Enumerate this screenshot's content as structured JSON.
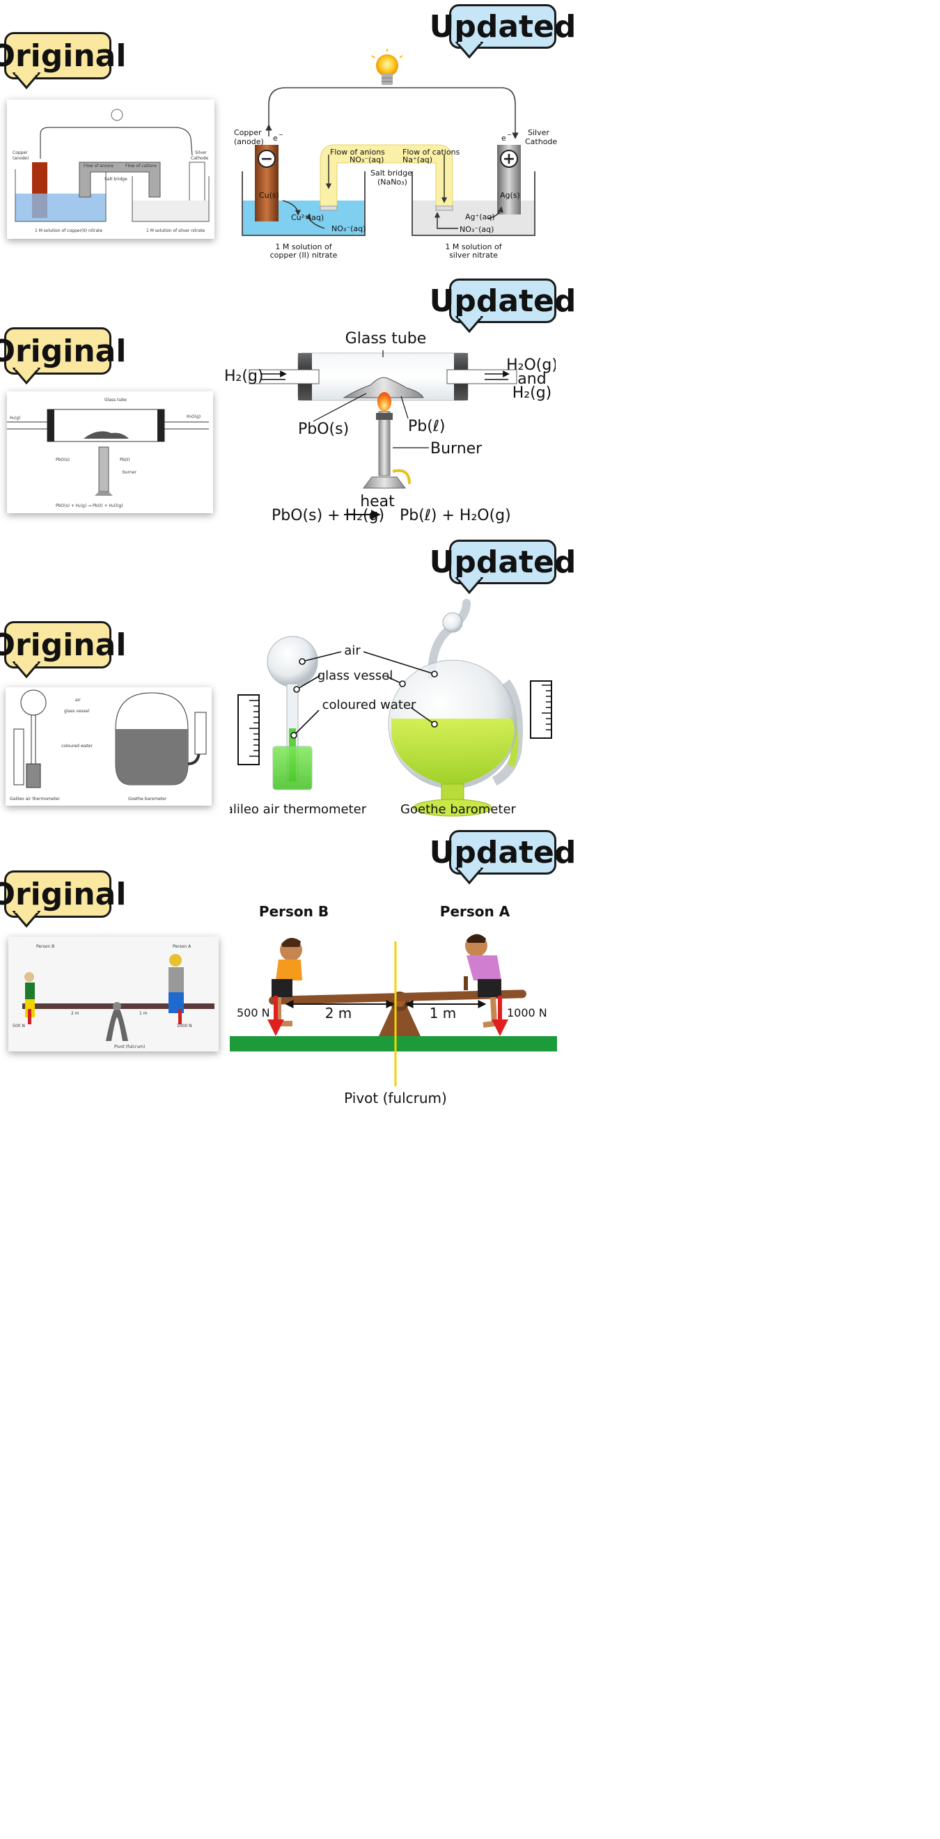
{
  "badges": {
    "original": "Original",
    "updated": "Updated"
  },
  "cell": {
    "copper_anode": "Copper",
    "copper_anode_2": "(anode)",
    "silver_cathode": "Silver",
    "silver_cathode_2": "Cathode",
    "electron": "e",
    "electron_sup": "−",
    "flow_anions": "Flow of anions",
    "no3_left": "NO₃⁻(aq)",
    "flow_cations": "Flow of cations",
    "na_plus": "Na⁺(aq)",
    "salt_bridge": "Salt bridge",
    "salt_bridge_2": "(NaNo₃)",
    "cu_s": "Cu(s)",
    "ag_s": "Ag(s)",
    "cu2_aq": "Cu²⁺(aq)",
    "no3_aq": "NO₃⁻(aq)",
    "ag_aq": "Ag⁺(aq)",
    "no3_right": "NO₃⁻(aq)",
    "sol_left": "1 M solution of",
    "sol_left_2": "copper (II) nitrate",
    "sol_right": "1 M solution of",
    "sol_right_2": "silver nitrate",
    "minus": "−",
    "plus": "+"
  },
  "tube": {
    "glass_tube": "Glass tube",
    "h2_in": "H₂(g)",
    "h2o_out": "H₂O(g)",
    "and": "and",
    "h2_out": "H₂(g)",
    "pbo": "PbO(s)",
    "pb": "Pb(ℓ)",
    "burner": "Burner",
    "heat": "heat",
    "eq_left": "PbO(s) + H₂(g)",
    "eq_right": "Pb(ℓ) + H₂O(g)"
  },
  "baro": {
    "air": "air",
    "glass_vessel": "glass vessel",
    "coloured_water": "coloured water",
    "galileo": "Galileo air thermometer",
    "goethe": "Goethe barometer"
  },
  "seesaw": {
    "person_b": "Person B",
    "person_a": "Person A",
    "force_b": "500 N",
    "force_a": "1000 N",
    "dist_b": "2 m",
    "dist_a": "1 m",
    "pivot": "Pivot (fulcrum)"
  },
  "colors": {
    "original_badge": "#fbe8a0",
    "updated_badge": "#c6e6f7",
    "solution_blue": "#7fd0f0",
    "salt_bridge_yellow": "#faf0a8",
    "arrow_red": "#e02020",
    "ground_green": "#1d9a3a"
  }
}
